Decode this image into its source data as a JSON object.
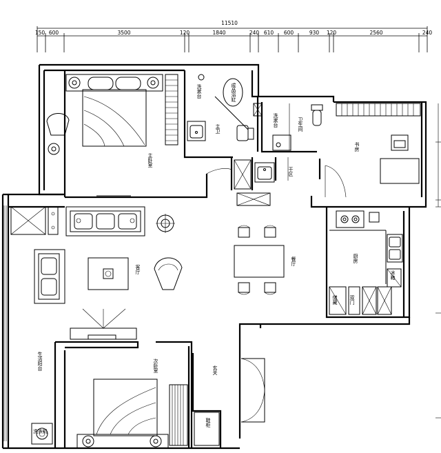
{
  "dimensions": {
    "total": "11510",
    "segments": [
      "150",
      "600",
      "3500",
      "120",
      "1840",
      "240",
      "610",
      "600",
      "930",
      "120",
      "2560",
      "240"
    ]
  },
  "rooms": {
    "master_bedroom": "主卧室",
    "bathtub": "成品浴缸",
    "washbasin_master": "洗漱台",
    "master_bath": "主卫",
    "washbasin_guest": "洗漱台",
    "guest_bath": "卫生间",
    "study": "书房",
    "dry_area": "干区",
    "living_room": "客厅",
    "dining_room": "餐厅",
    "kitchen": "厨房",
    "fridge": "冰箱",
    "storage": "储藏",
    "double_door": "双门",
    "second_bedroom": "次卧室",
    "entrance": "玄关",
    "living_balcony": "生活阳台",
    "shoe_cabinet": "鞋柜",
    "laundry": "洗衣机"
  }
}
